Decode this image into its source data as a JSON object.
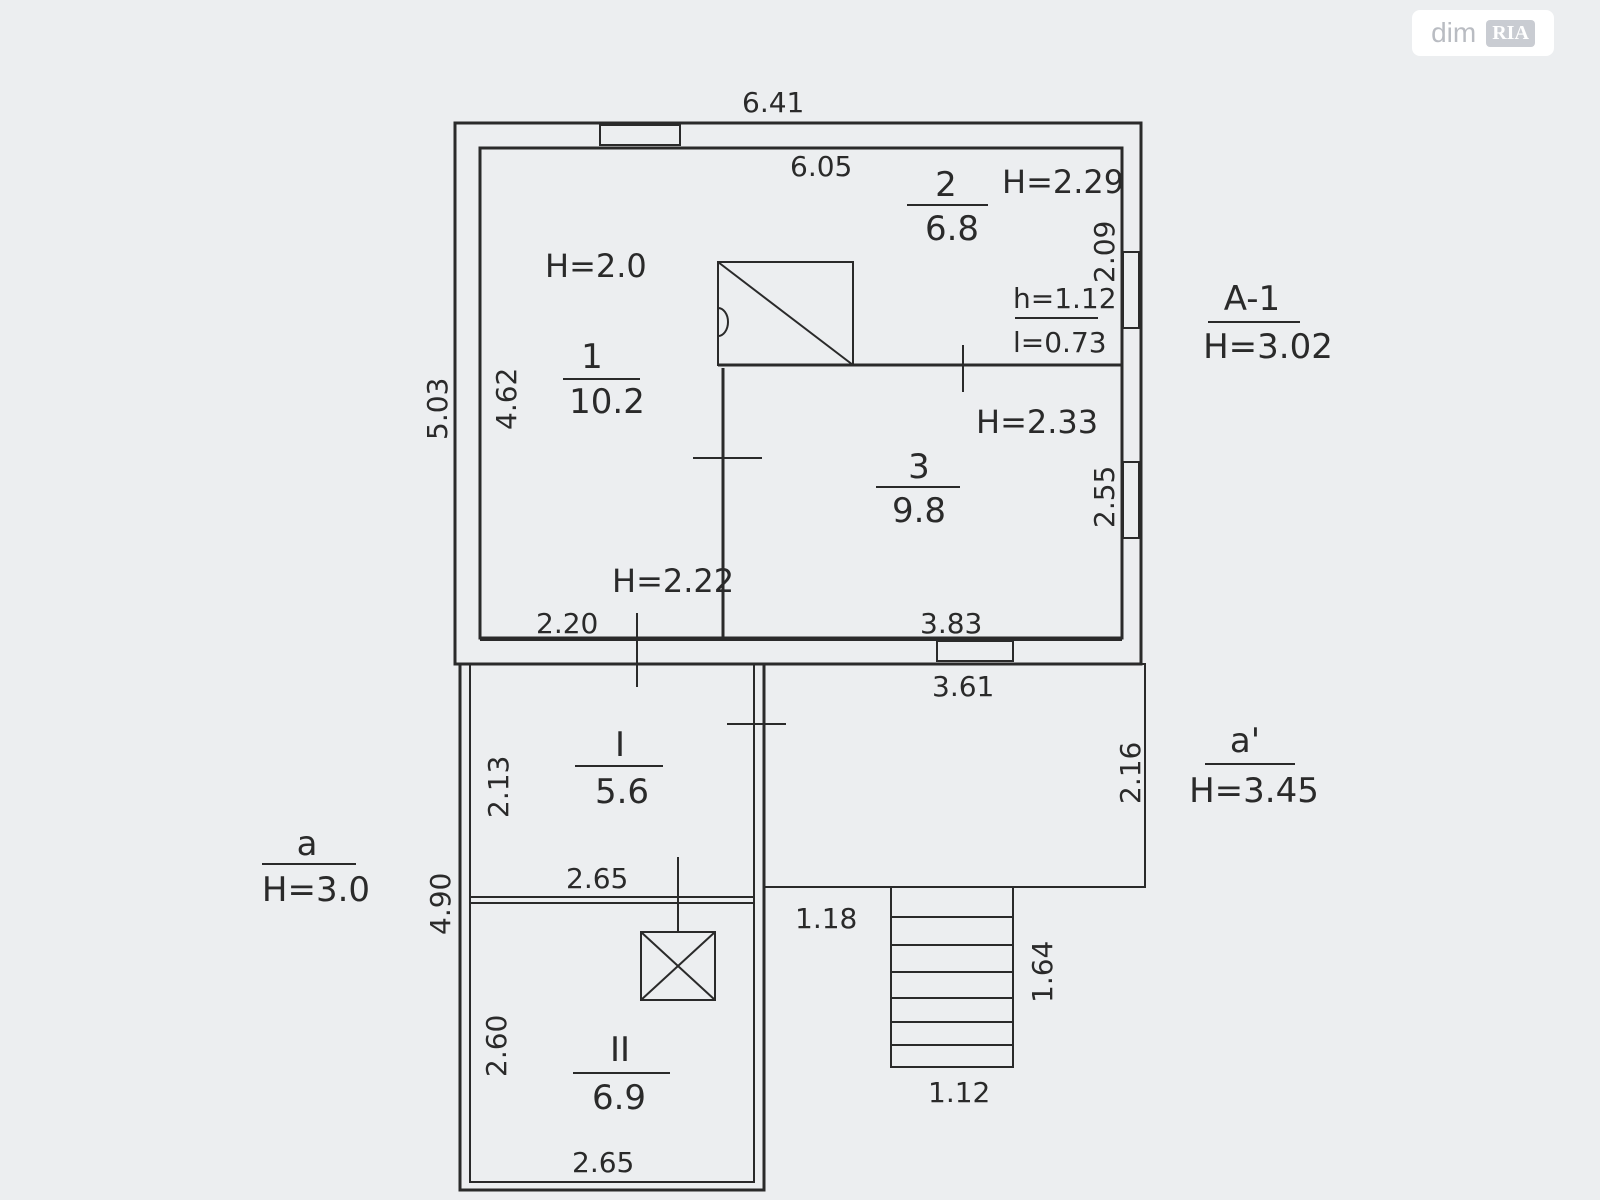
{
  "watermark": {
    "text": "dim",
    "badge": "RIA"
  },
  "plan": {
    "overall_width": "6.41",
    "inner_width_top": "6.05",
    "overall_height_main": "5.03",
    "overall_height_annex": "4.90",
    "room1": {
      "number": "1",
      "area": "10.2",
      "height": "H=2.0",
      "side": "4.62"
    },
    "room2": {
      "number": "2",
      "area": "6.8",
      "height": "H=2.29",
      "side": "2.09"
    },
    "room2_note": {
      "h": "h=1.12",
      "l": "l=0.73"
    },
    "room3": {
      "number": "3",
      "area": "9.8",
      "height": "H=2.33",
      "side": "2.55"
    },
    "hall_height": "H=2.22",
    "dim_2_20": "2.20",
    "dim_3_83": "3.83",
    "dim_3_61": "3.61",
    "dim_2_16": "2.16",
    "dim_1_18": "1.18",
    "roomI": {
      "number": "I",
      "area": "5.6",
      "side": "2.13",
      "width": "2.65"
    },
    "roomII": {
      "number": "II",
      "area": "6.9",
      "side": "2.60",
      "width": "2.65"
    },
    "stairs": {
      "length": "1.64",
      "width": "1.12"
    },
    "labels": {
      "A1": {
        "name": "A-1",
        "height": "H=3.02"
      },
      "a_prime": {
        "name": "a'",
        "height": "H=3.45"
      },
      "a": {
        "name": "a",
        "height": "H=3.0"
      }
    }
  }
}
